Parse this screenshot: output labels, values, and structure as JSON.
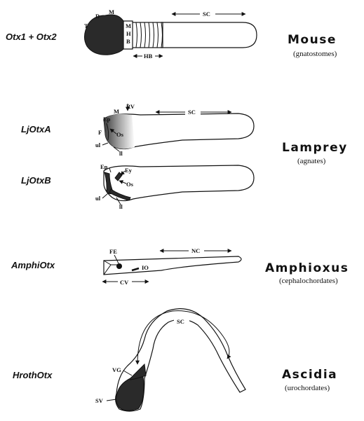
{
  "mouse": {
    "gene": "Otx1 + Otx2",
    "organism": "Mouse",
    "group": "(gnatostomes)",
    "labels": {
      "T": "T",
      "D": "D",
      "M": "M",
      "MHB": "M H B",
      "HB": "HB",
      "SC": "SC"
    }
  },
  "lamprey": {
    "gene_a": "LjOtxA",
    "gene_b": "LjOtxB",
    "organism": "Lamprey",
    "group": "(agnates)",
    "labels_a": {
      "Ep": "Ep",
      "M": "M",
      "RV": "RV",
      "SC": "SC",
      "F": "F",
      "Os": "Os",
      "ul": "ul",
      "ll": "ll"
    },
    "labels_b": {
      "Ep": "Ep",
      "Ey": "Ey",
      "Os": "Os",
      "ul": "ul",
      "ll": "ll"
    }
  },
  "amphioxus": {
    "gene": "AmphiOtx",
    "organism": "Amphioxus",
    "group": "(cephalochordates)",
    "labels": {
      "FE": "FE",
      "IO": "IO",
      "NC": "NC",
      "CV": "CV"
    }
  },
  "ascidia": {
    "gene": "HrothOtx",
    "organism": "Ascidia",
    "group": "(urochordates)",
    "labels": {
      "SC": "SC",
      "VG": "VG",
      "SV": "SV"
    }
  }
}
